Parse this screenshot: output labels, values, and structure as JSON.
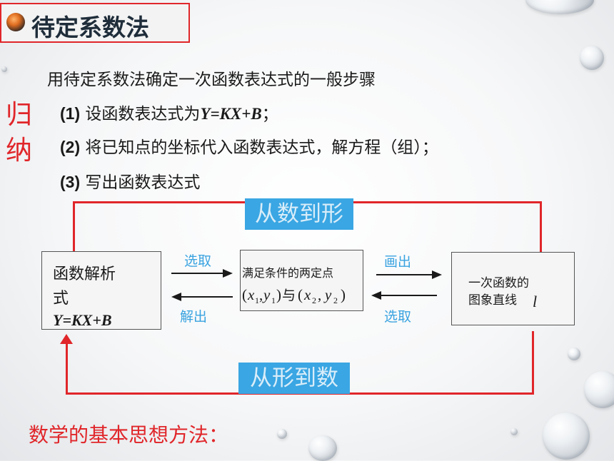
{
  "title": "待定系数法",
  "intro": "用待定系数法确定一次函数表达式的一般步骤",
  "side_label": [
    "归",
    "纳"
  ],
  "steps": {
    "s1_num": "(1)",
    "s1_text": " 设函数表达式为",
    "s1_formula": "Y=KX+B",
    "s1_end": "；",
    "s2_num": "(2)",
    "s2_text": " 将已知点的坐标代入函数表达式，解方程（组）；",
    "s3_num": "(3)",
    "s3_text": " 写出函数表达式"
  },
  "diagram": {
    "top_banner": "从数到形",
    "bottom_banner": "从形到数",
    "left_box_line1": "函数解析",
    "left_box_line2": "式",
    "left_box_formula": "Y=KX+B",
    "middle_box_title": "满足条件的两定点",
    "middle_box_points": "(x1,y1)与(x2,y2)",
    "right_box_line1": "一次函数的",
    "right_box_line2": "图象直线",
    "right_box_var": "l",
    "arrow_left_top": "选取",
    "arrow_left_bottom": "解出",
    "arrow_right_top": "画出",
    "arrow_right_bottom": "选取"
  },
  "bottom_title": "数学的基本思想方法：",
  "colors": {
    "accent_red": "#e0262a",
    "accent_blue": "#3aa6e3",
    "text_dark": "#1a1a1a"
  }
}
